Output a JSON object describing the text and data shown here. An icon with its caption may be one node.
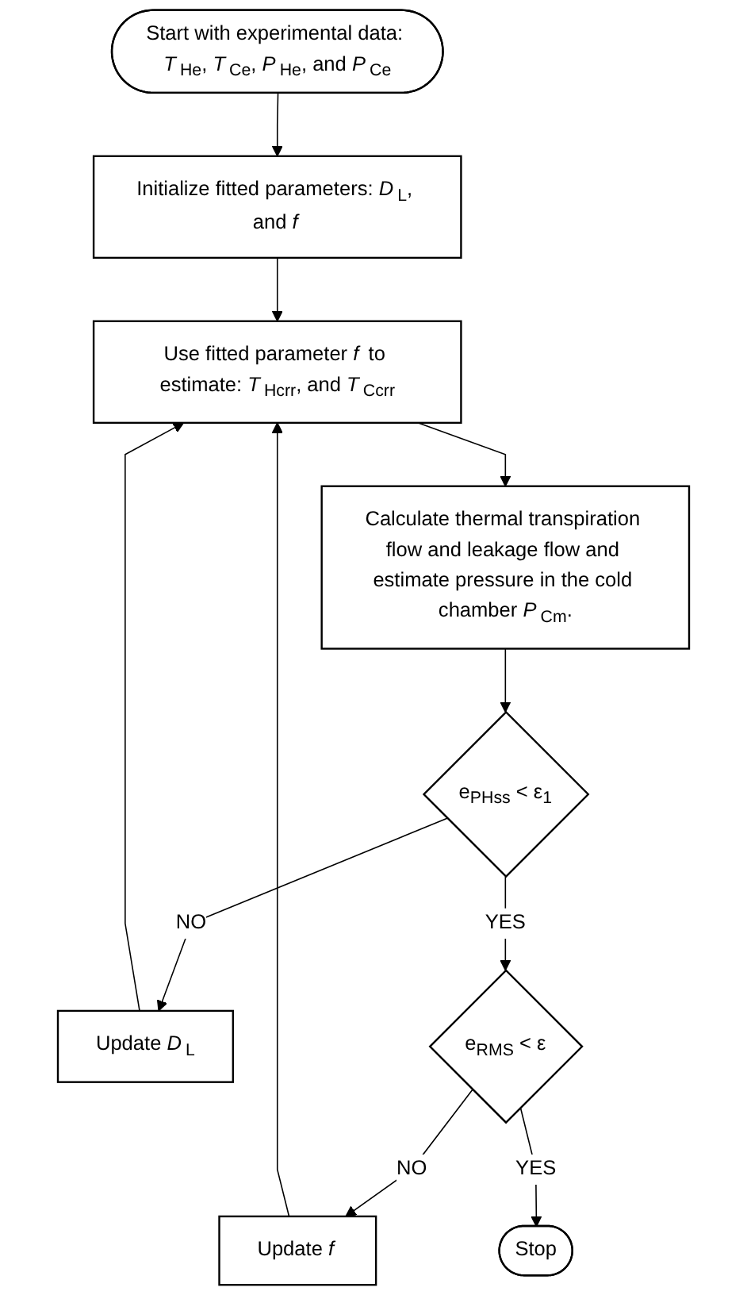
{
  "diagram": {
    "nodes": [
      {
        "text": [
          "Start with experimental data: *T*$_{He}$, *T*$_{Ce}$, *P*$_{He}$, and *P*$_{Ce}$"
        ]
      },
      {
        "text": [
          "Initialize fitted parameters: *D*$_{L}$, and *f*"
        ]
      },
      {
        "text": [
          "Use fitted parameter *f* to estimate: *T*$_{Hcrr}$, and *T*$_{Ccrr}$"
        ]
      },
      {
        "text": [
          "Calculate thermal transpiration flow and leakage flow and estimate pressure in the cold chamber *P*$_{Cm}$."
        ]
      },
      {
        "text": [
          "e$_{PHss}$ < ε$_{1}$"
        ]
      },
      {
        "text": [
          "Update *D*$_{L}$"
        ]
      },
      {
        "text": [
          "e$_{RMS}$ < ε"
        ]
      },
      {
        "text": [
          "Update *f*"
        ]
      },
      {
        "text": [
          "Stop"
        ]
      }
    ],
    "edges": [
      {
        "from": 0,
        "to": 1,
        "arrow": "to"
      },
      {
        "from": 1,
        "to": 2,
        "arrow": "to"
      },
      {
        "from": 2,
        "to": 3,
        "arrow": "to"
      },
      {
        "from": 3,
        "to": 4,
        "arrow": "to"
      },
      {
        "from": 4,
        "to": 5,
        "label": "NO",
        "arrow": "to"
      },
      {
        "from": 5,
        "to": 2,
        "arrow": "to"
      },
      {
        "from": 4,
        "to": 6,
        "label": "YES",
        "arrow": "to"
      },
      {
        "from": 6,
        "to": 7,
        "label": "NO",
        "arrow": "to"
      },
      {
        "from": 7,
        "to": 2,
        "arrow": "to"
      },
      {
        "from": 6,
        "to": 8,
        "label": "YES",
        "arrow": "to"
      }
    ]
  }
}
